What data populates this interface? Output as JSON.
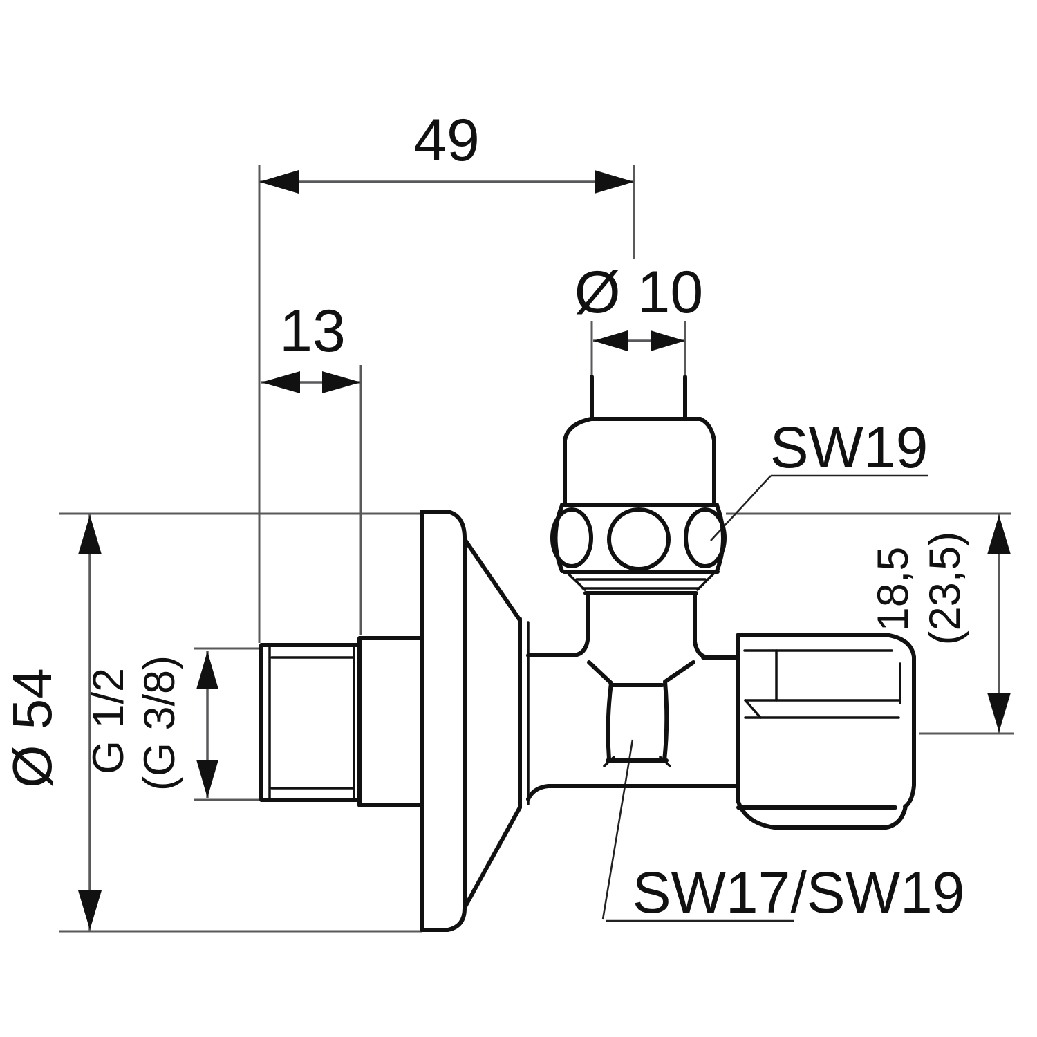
{
  "colors": {
    "line": "#111111",
    "dim": "#58595b",
    "bg": "#ffffff"
  },
  "drawing": {
    "type": "technical-dimension-drawing",
    "subject": "angle-valve side view"
  },
  "dimensions": {
    "width_overall": {
      "label": "49"
    },
    "thread_length": {
      "label": "13"
    },
    "tube_diameter": {
      "label": "Ø 10"
    },
    "flange_diameter": {
      "label": "Ø 54"
    },
    "inlet_thread": {
      "label": "G 1/2"
    },
    "inlet_thread_alt": {
      "label": "(G 3/8)"
    },
    "outlet_offset": {
      "label": "18,5"
    },
    "outlet_offset_alt": {
      "label": "(23,5)"
    },
    "wrench_top": {
      "label": "SW19"
    },
    "wrench_body": {
      "label": "SW17/SW19"
    }
  }
}
